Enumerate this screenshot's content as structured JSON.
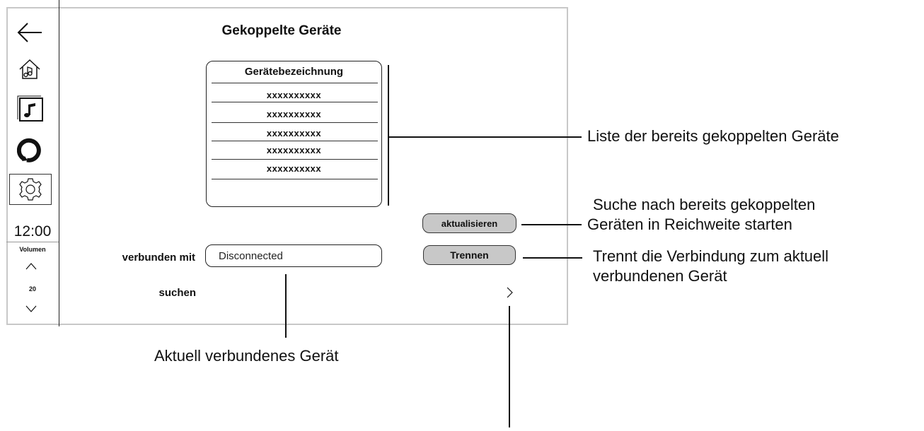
{
  "sidebar": {
    "time": "12:00",
    "volume_label": "Volumen",
    "volume_value": "20"
  },
  "main": {
    "title": "Gekoppelte Geräte",
    "list": {
      "header": "Gerätebezeichnung",
      "items": [
        "xxxxxxxxxx",
        "xxxxxxxxxx",
        "xxxxxxxxxx",
        "xxxxxxxxxx",
        "xxxxxxxxxx"
      ]
    },
    "refresh_label": "aktualisieren",
    "disconnect_label": "Trennen",
    "connected_label": "verbunden mit",
    "connected_value": "Disconnected",
    "search_label": "suchen"
  },
  "annotations": {
    "list": "Liste der bereits gekoppelten Geräte",
    "refresh": [
      "Suche nach bereits gekoppelten",
      "Geräten in Reichweite starten"
    ],
    "disconnect": [
      "Trennt die Verbindung zum aktuell",
      "verbundenen Gerät"
    ],
    "connected": "Aktuell verbundenes Gerät"
  },
  "colors": {
    "button_fill": "#c8c8c8",
    "frame": "#c8c8c8",
    "ink": "#111111"
  },
  "icons": [
    "back-arrow-icon",
    "home-music-icon",
    "music-note-icon",
    "alexa-ring-icon",
    "gear-icon",
    "chevron-up-icon",
    "chevron-down-icon",
    "chevron-right-icon"
  ]
}
